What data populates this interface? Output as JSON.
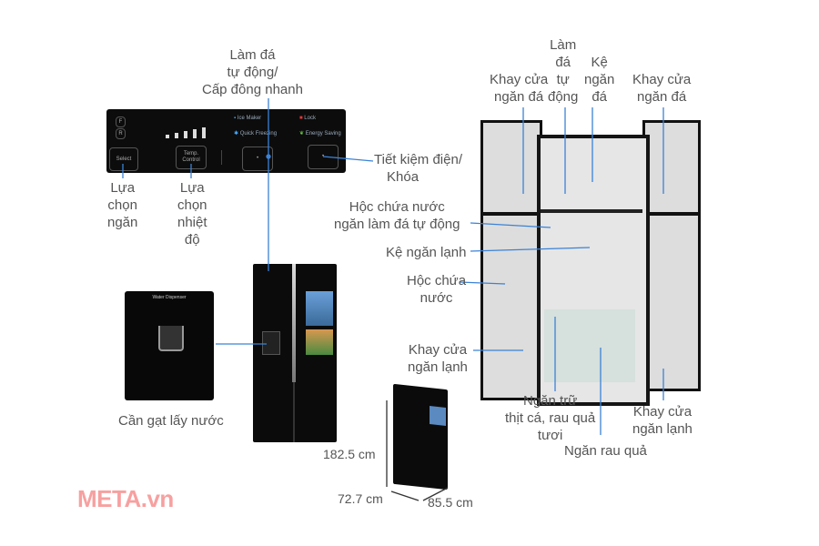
{
  "panel": {
    "f_label": "F",
    "r_label": "R",
    "select": "Select",
    "temp_control": "Temp. Control",
    "ice_maker": "Ice Maker",
    "quick_freezing": "Quick Freezing",
    "lock": "Lock",
    "energy_saving": "Energy Saving"
  },
  "dispenser": {
    "title": "Water Dispenser"
  },
  "labels": {
    "auto_ice_fast_freeze": [
      "Làm đá",
      "tự động/",
      "Cấp đông nhanh"
    ],
    "energy_lock": [
      "Tiết kiệm điện/",
      "Khóa"
    ],
    "select_compartment": [
      "Lựa",
      "chọn",
      "ngăn"
    ],
    "select_temp": [
      "Lựa",
      "chọn",
      "nhiệt",
      "độ"
    ],
    "water_lever": "Cần gạt lấy nước",
    "freezer_door_tray_left": [
      "Khay cửa",
      "ngăn đá"
    ],
    "auto_ice_maker": [
      "Làm",
      "đá",
      "tự",
      "động"
    ],
    "freezer_shelf": [
      "Kệ",
      "ngăn",
      "đá"
    ],
    "freezer_door_tray_right": [
      "Khay cửa",
      "ngăn đá"
    ],
    "ice_water_tank": [
      "Hộc chứa nước",
      "ngăn làm đá tự động"
    ],
    "fridge_shelf": "Kệ ngăn lạnh",
    "water_tank": [
      "Hộc chứa",
      "nước"
    ],
    "fridge_door_tray_left": [
      "Khay cửa",
      "ngăn lạnh"
    ],
    "meat_veg_drawer": [
      "Ngăn trữ",
      "thịt cá, rau quả",
      "tươi"
    ],
    "veg_drawer": "Ngăn rau quả",
    "fridge_door_tray_right": [
      "Khay cửa",
      "ngăn lạnh"
    ]
  },
  "dimensions": {
    "height": "182.5 cm",
    "depth": "72.7 cm",
    "width": "85.5 cm"
  },
  "brand": "META.vn",
  "colors": {
    "line": "#3b82d6",
    "text": "#555555",
    "logo": "#f7a0a0"
  }
}
